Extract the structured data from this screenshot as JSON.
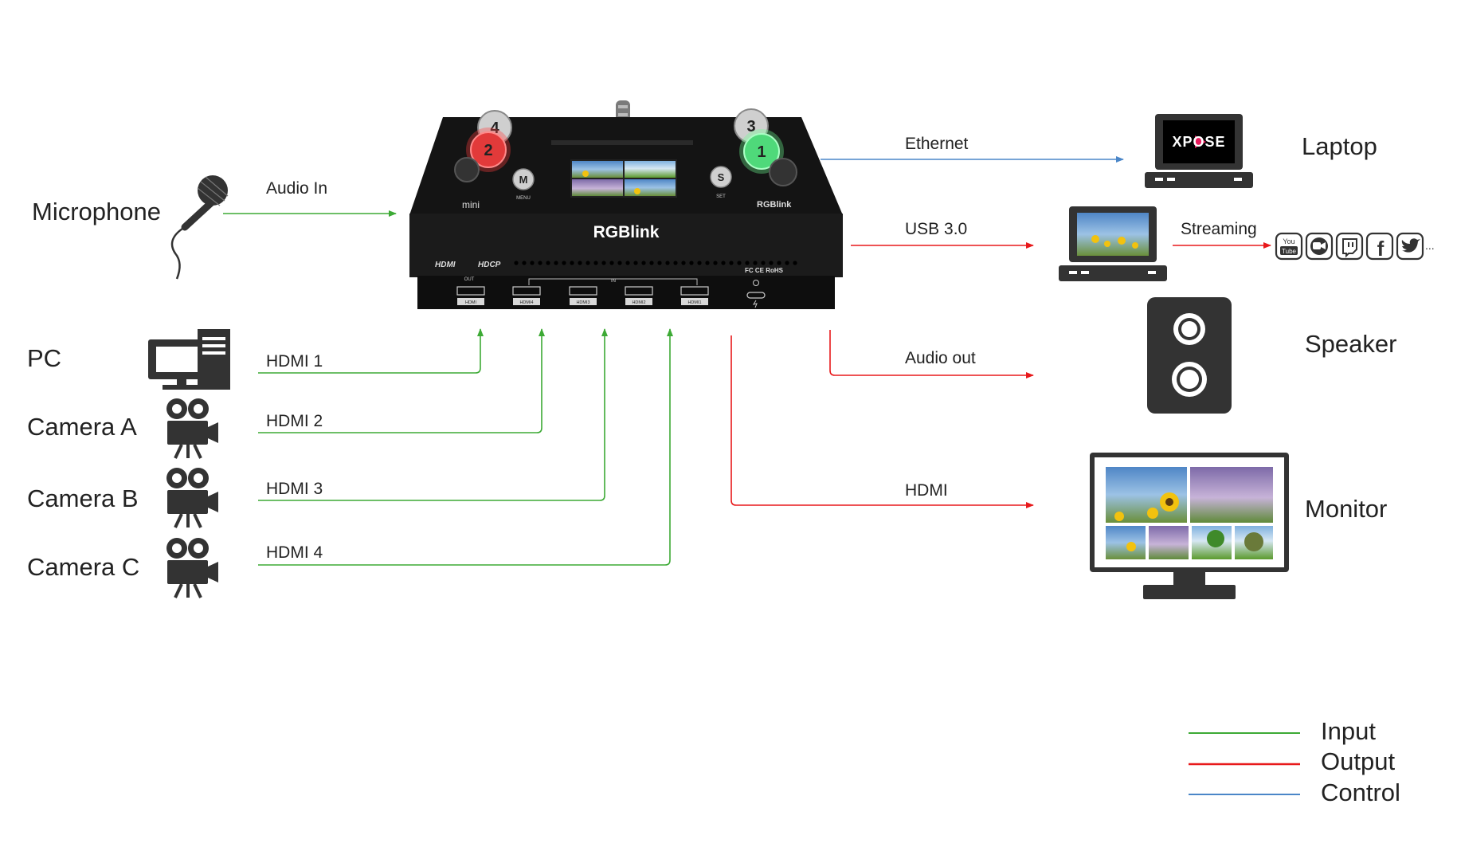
{
  "colors": {
    "input": "#3daa35",
    "output": "#e8191b",
    "control": "#4a86c8",
    "device_dark": "#262626",
    "panel_black": "#121212"
  },
  "sources": {
    "microphone": "Microphone",
    "pc": "PC",
    "camera_a": "Camera A",
    "camera_b": "Camera B",
    "camera_c": "Camera C"
  },
  "destinations": {
    "laptop": "Laptop",
    "speaker": "Speaker",
    "monitor": "Monitor"
  },
  "connections": {
    "audio_in": "Audio In",
    "hdmi_1": "HDMI 1",
    "hdmi_2": "HDMI 2",
    "hdmi_3": "HDMI 3",
    "hdmi_4": "HDMI 4",
    "ethernet": "Ethernet",
    "usb": "USB 3.0",
    "streaming": "Streaming",
    "audio_out": "Audio out",
    "hdmi_out": "HDMI"
  },
  "device": {
    "brand": "RGBlink",
    "hdmi_logo": "HDMI",
    "hdcp_logo": "HDCP",
    "certifications": "FC CE RoHS",
    "port_out": "HDMI",
    "port_in_1": "HDMI4",
    "port_in_2": "HDMI3",
    "port_in_3": "HDMI2",
    "port_in_4": "HDMI1",
    "group_out": "OUT",
    "group_in": "IN",
    "button_1": "1",
    "button_2": "2",
    "button_3": "3",
    "button_4": "4",
    "button_m": "M",
    "button_s": "S",
    "menu_label": "MENU",
    "set_label": "SET",
    "mini_label": "mini"
  },
  "laptop_screen": "XPOSE",
  "streaming_icons": [
    "youtube-icon",
    "zoom-icon",
    "twitch-icon",
    "facebook-icon",
    "twitter-icon"
  ],
  "streaming_more": "...",
  "legend": {
    "input": "Input",
    "output": "Output",
    "control": "Control"
  }
}
